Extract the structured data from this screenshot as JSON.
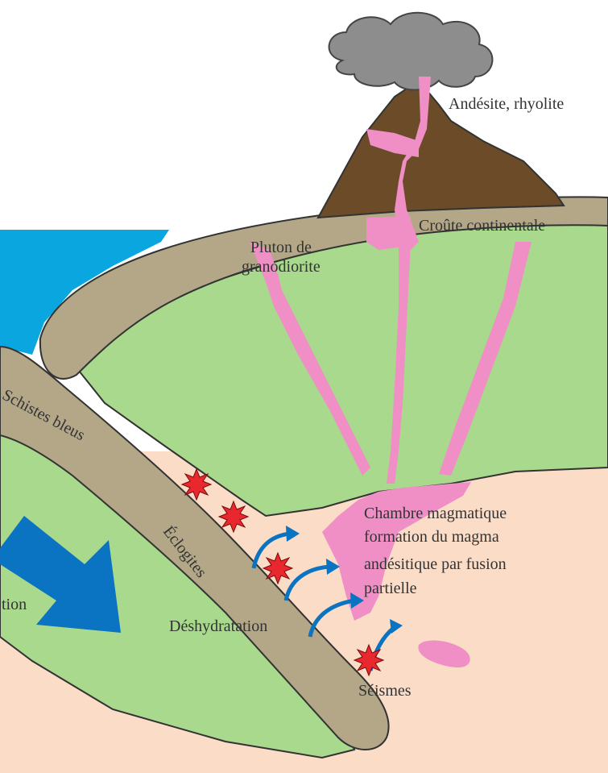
{
  "labels": {
    "andesite": "Andésite, rhyolite",
    "croute": "Croûte continentale",
    "pluton": "Pluton de\ngranodiorite",
    "schistes": "Schistes bleus",
    "eclogites": "Éclogites",
    "chambre_1": "Chambre magmatique",
    "chambre_2": "formation du magma",
    "chambre_3": "andésitique par fusion",
    "chambre_4": "partielle",
    "deshydratation": "Déshydratation",
    "seismes": "Séismes",
    "subduction_partial": "tion"
  },
  "colors": {
    "ocean": "#0aa6e0",
    "crust": "#b3a788",
    "mantle_green": "#a8d98c",
    "asthenosphere": "#fbdcc7",
    "magma": "#ef8fc5",
    "volcano": "#6b4b28",
    "cloud": "#8d8d8d",
    "arrow_blue": "#0a73c2",
    "quake_red": "#e8282e"
  }
}
